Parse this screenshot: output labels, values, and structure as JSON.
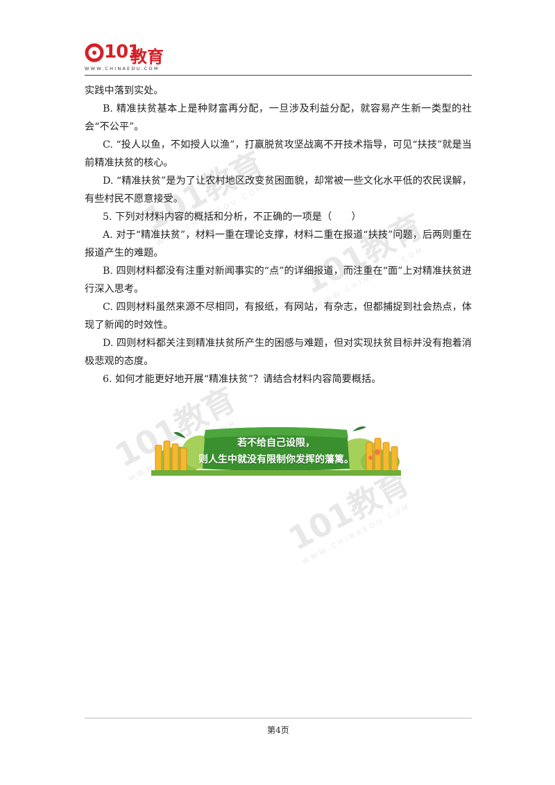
{
  "header": {
    "logo_text": "101教育",
    "logo_num": "101",
    "logo_cn": "教育",
    "logo_url": "WWW.CHINAEDU.COM"
  },
  "content": [
    {
      "id": "p1",
      "indent": false,
      "text": "实践中落到实处。"
    },
    {
      "id": "p2",
      "indent": true,
      "text": "B. 精准扶贫基本上是种财富再分配，一旦涉及利益分配，就容易产生新一类型的社会“不公平”。"
    },
    {
      "id": "p3",
      "indent": true,
      "text": "C. “投人以鱼，不如授人以渔”，打赢脱贫攻坚战离不开技术指导，可见“扶技”就是当前精准扶贫的核心。"
    },
    {
      "id": "p4",
      "indent": true,
      "text": "D. “精准扶贫”是为了让农村地区改变贫困面貌，却常被一些文化水平低的农民误解，有些村民不愿意接受。"
    },
    {
      "id": "p5",
      "indent": true,
      "text": "5. 下列对材料内容的概括和分析，不正确的一项是（　　）"
    },
    {
      "id": "p6",
      "indent": true,
      "text": "A. 对于“精准扶贫”，材料一重在理论支撑，材料二重在报道“扶技”问题，后两则重在报道产生的难题。"
    },
    {
      "id": "p7",
      "indent": true,
      "text": "B. 四则材料都没有注重对新闻事实的“点”的详细报道，而注重在“面”上对精准扶贫进行深入思考。"
    },
    {
      "id": "p8",
      "indent": true,
      "text": "C. 四则材料虽然来源不尽相同，有报纸，有网站，有杂志，但都捕捉到社会热点，体现了新闻的时效性。"
    },
    {
      "id": "p9",
      "indent": true,
      "text": "D. 四则材料都关注到精准扶贫所产生的困感与难题，但对实现扶贫目标并没有抱着消极悲观的态度。"
    },
    {
      "id": "p10",
      "indent": true,
      "text": "6. 如何才能更好地开展“精准扶贫”？请结合材料内容简要概括。"
    }
  ],
  "banner": {
    "line1": "若不给自己设限，",
    "line2": "则人生中就没有限制你发挥的藩篱。"
  },
  "footer": {
    "page_label": "第4页"
  }
}
